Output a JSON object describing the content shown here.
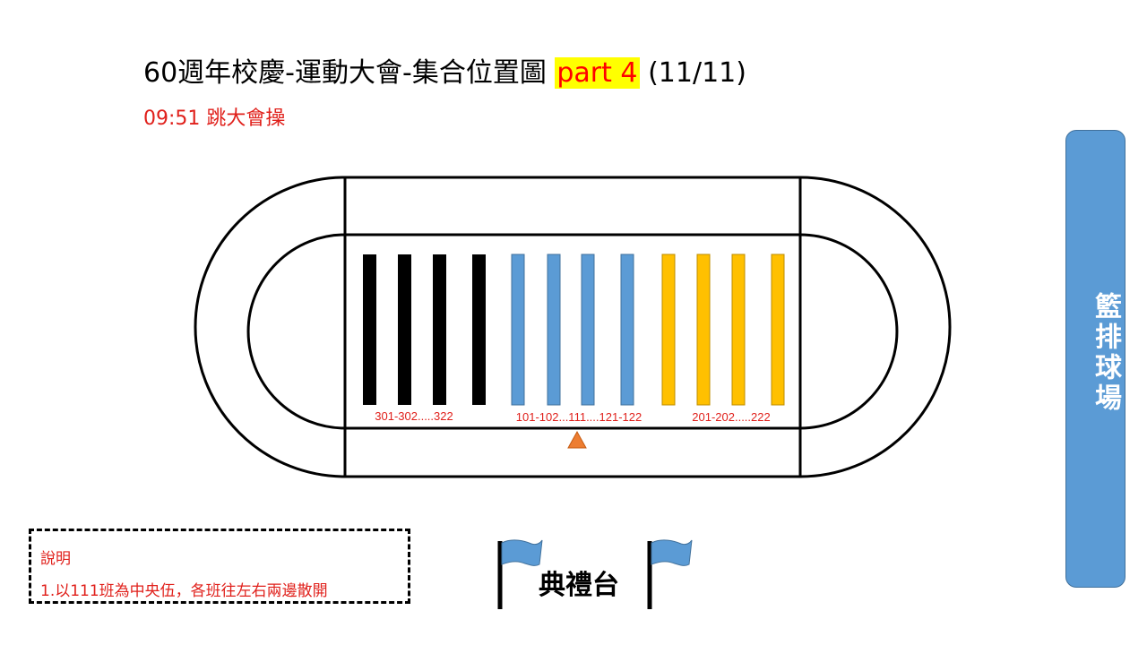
{
  "title": {
    "prefix": "60週年校慶-運動大會-集合位置圖",
    "highlight": "part 4",
    "suffix": "(11/11)"
  },
  "subtitle": "09:51 跳大會操",
  "field": {
    "groups": [
      {
        "name": "grade3",
        "label": "301-302.....322",
        "color": "#000000",
        "bars": 4
      },
      {
        "name": "grade1",
        "label": "101-102...111....121-122",
        "color": "#5b9bd5",
        "bars": 4
      },
      {
        "name": "grade2",
        "label": "201-202.....222",
        "color": "#ffc000",
        "bars": 4
      }
    ],
    "center_marker_color": "#ed7d31"
  },
  "court": {
    "label": "籃排球場",
    "color": "#5b9bd5"
  },
  "note": {
    "heading": "說明",
    "text": "1.以111班為中央伍，各班往左右兩邊散開"
  },
  "stage": {
    "label": "典禮台",
    "flag_color": "#5b9bd5"
  }
}
